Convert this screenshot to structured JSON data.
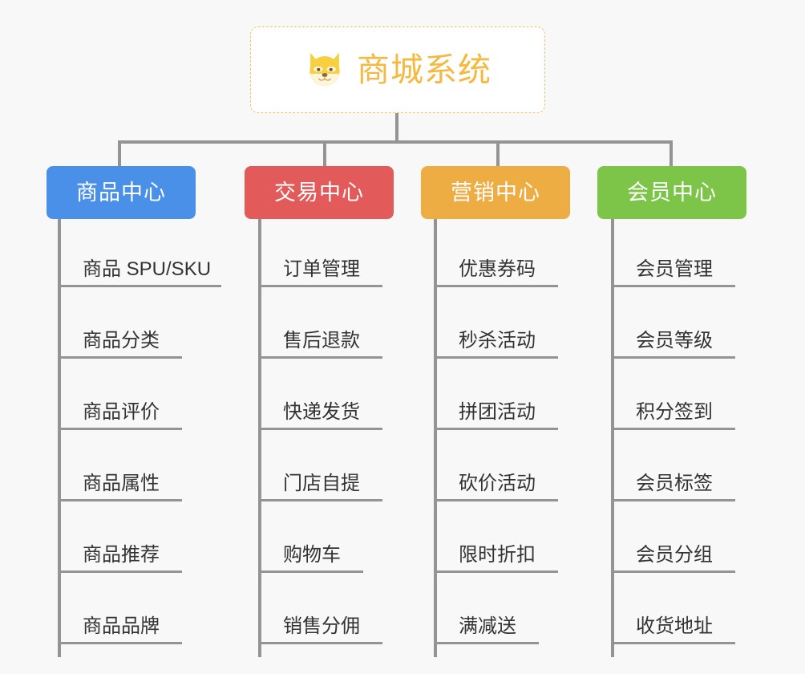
{
  "diagram": {
    "title": "商城系统",
    "background_color": "#f8f8f8",
    "root": {
      "label": "商城系统",
      "icon": "shiba-dog-face-icon",
      "text_color": "#f5b942",
      "border_color": "#f0c36a",
      "background_color": "#ffffff"
    },
    "connector_color": "#949494",
    "columns": [
      {
        "label": "商品中心",
        "color": "#4a90e8",
        "items": [
          "商品 SPU/SKU",
          "商品分类",
          "商品评价",
          "商品属性",
          "商品推荐",
          "商品品牌"
        ]
      },
      {
        "label": "交易中心",
        "color": "#e35a5a",
        "items": [
          "订单管理",
          "售后退款",
          "快递发货",
          "门店自提",
          "购物车",
          "销售分佣"
        ]
      },
      {
        "label": "营销中心",
        "color": "#eead43",
        "items": [
          "优惠券码",
          "秒杀活动",
          "拼团活动",
          "砍价活动",
          "限时折扣",
          "满减送"
        ]
      },
      {
        "label": "会员中心",
        "color": "#7cc548",
        "items": [
          "会员管理",
          "会员等级",
          "积分签到",
          "会员标签",
          "会员分组",
          "收货地址"
        ]
      }
    ]
  }
}
